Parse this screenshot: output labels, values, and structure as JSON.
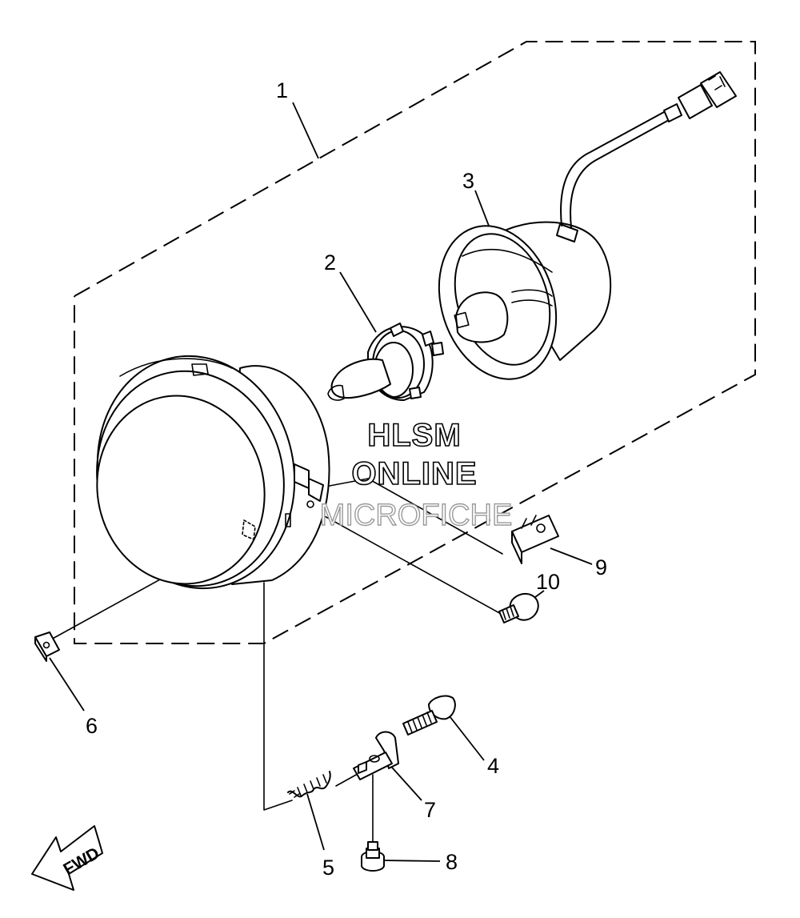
{
  "watermark": {
    "line1": "HLSM",
    "line2": "ONLINE",
    "line3": "MICROFICHE"
  },
  "direction_marker": {
    "label": "FWD"
  },
  "callouts": [
    {
      "id": "1",
      "label": "1"
    },
    {
      "id": "2",
      "label": "2"
    },
    {
      "id": "3",
      "label": "3"
    },
    {
      "id": "4",
      "label": "4"
    },
    {
      "id": "5",
      "label": "5"
    },
    {
      "id": "6",
      "label": "6"
    },
    {
      "id": "7",
      "label": "7"
    },
    {
      "id": "8",
      "label": "8"
    },
    {
      "id": "9",
      "label": "9"
    },
    {
      "id": "10",
      "label": "10"
    }
  ]
}
